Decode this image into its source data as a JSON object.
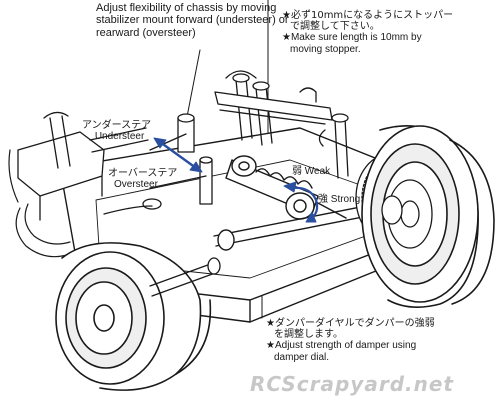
{
  "annotations": {
    "stabilizer_note": [
      "Adjust flexibility of chassis by moving",
      "stabilizer mount forward (understeer) or",
      "rearward (oversteer)"
    ],
    "stopper_note_jp": [
      "★必ず10mmになるようにストッパー",
      "で調整して下さい。"
    ],
    "stopper_note_en": [
      "★Make sure length is 10mm by",
      "moving stopper."
    ],
    "understeer_jp": "アンダーステア",
    "understeer_en": "Understeer",
    "oversteer_jp": "オーバーステア",
    "oversteer_en": "Oversteer",
    "weak_jp": "弱",
    "weak_en": "Weak",
    "strong_jp": "強",
    "strong_en": "Strong",
    "damper_note_jp": [
      "★ダンパーダイヤルでダンパーの強弱",
      "を調整します。"
    ],
    "damper_note_en": [
      "★Adjust strength of damper using",
      "damper dial."
    ]
  },
  "watermark": "RCScrapyard.net",
  "colors": {
    "ink": "#1a1a1a",
    "arrow_blue": "#2a4fa0",
    "tire_shade": "#d9d9d9"
  }
}
